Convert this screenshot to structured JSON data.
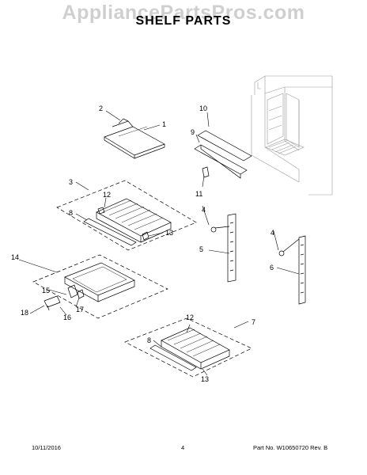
{
  "watermark": "AppliancePartsPros.com",
  "title": "SHELF PARTS",
  "callouts": {
    "c1": "1",
    "c2": "2",
    "c3": "3",
    "c4a": "4",
    "c4b": "4",
    "c5": "5",
    "c6": "6",
    "c7": "7",
    "c8a": "8",
    "c8b": "8",
    "c9": "9",
    "c10": "10",
    "c11": "11",
    "c12a": "12",
    "c12b": "12",
    "c13a": "13",
    "c13b": "13",
    "c14": "14",
    "c15": "15",
    "c16": "16",
    "c17": "17",
    "c18": "18"
  },
  "footer": {
    "date": "10/11/2016",
    "page": "4",
    "part": "Part No.  W10650720  Rev.  B"
  }
}
